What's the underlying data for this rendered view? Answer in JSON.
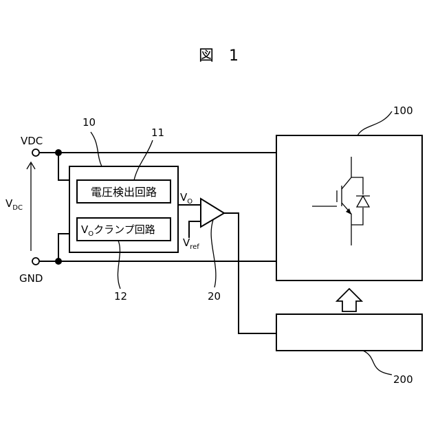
{
  "figure": {
    "title": "図　1"
  },
  "terminals": {
    "vdc": "VDC",
    "gnd": "GND"
  },
  "voltage_label": {
    "main": "V",
    "sub": "DC"
  },
  "blocks": {
    "block10": {
      "ref": "10"
    },
    "voltage_detect": {
      "ref": "11",
      "label": "電圧検出回路"
    },
    "clamp": {
      "ref": "12",
      "label_v": "V",
      "label_sub": "O",
      "label_rest": "クランプ回路"
    },
    "comparator": {
      "ref": "20"
    },
    "power_module": {
      "ref": "100"
    },
    "block200": {
      "ref": "200"
    }
  },
  "signals": {
    "vo": {
      "main": "V",
      "sub": "O"
    },
    "vref": {
      "main": "V",
      "sub": "ref"
    }
  }
}
